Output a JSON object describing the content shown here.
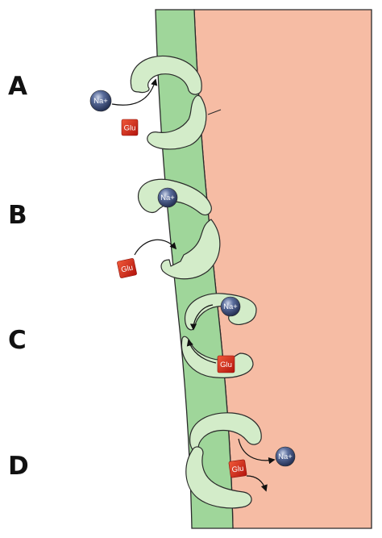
{
  "stages": [
    {
      "letter": "A"
    },
    {
      "letter": "B"
    },
    {
      "letter": "C"
    },
    {
      "letter": "D"
    }
  ],
  "labels": {
    "sodium": "Na+",
    "glutamate": "Glu"
  },
  "colors": {
    "membrane": "#9fd69a",
    "cytoplasm": "#f6bca4",
    "outline": "#2a2a2a",
    "transporter": "#d3ecc9",
    "sodium_ion": "#2a3a6a",
    "glutamate": "#d9271b"
  }
}
